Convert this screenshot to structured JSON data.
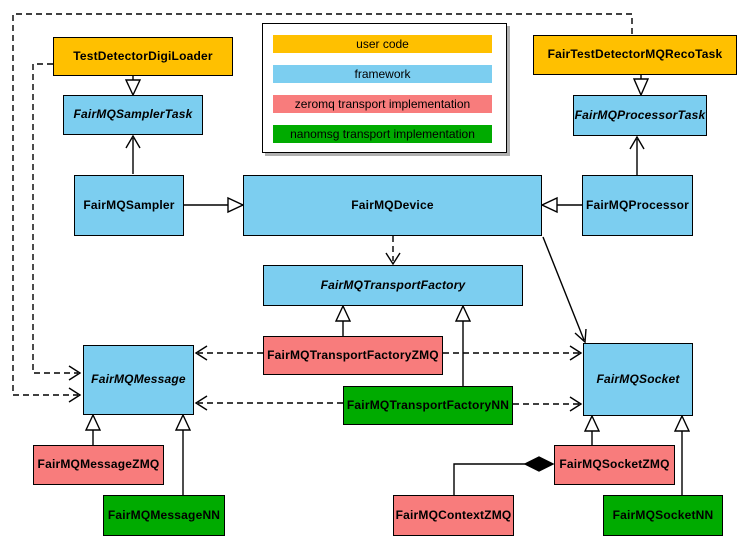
{
  "diagram": {
    "kind": "uml-class-diagram",
    "colors": {
      "user_code": "#FFC000",
      "framework": "#7CCEF0",
      "zeromq": "#F87C7C",
      "nanomsg": "#00AB00"
    },
    "legend": {
      "items": [
        {
          "id": "user_code",
          "label": "user code",
          "color": "#FFC000"
        },
        {
          "id": "framework",
          "label": "framework",
          "color": "#7CCEF0"
        },
        {
          "id": "zeromq",
          "label": "zeromq transport implementation",
          "color": "#F87C7C"
        },
        {
          "id": "nanomsg",
          "label": "nanomsg transport implementation",
          "color": "#00AB00"
        }
      ]
    },
    "nodes": {
      "testDetectorDigiLoader": {
        "label": "TestDetectorDigiLoader",
        "category": "user_code",
        "abstract": false
      },
      "fairTestDetectorMQRecoTask": {
        "label": "FairTestDetectorMQRecoTask",
        "category": "user_code",
        "abstract": false
      },
      "fairMQSamplerTask": {
        "label": "FairMQSamplerTask",
        "category": "framework",
        "abstract": true
      },
      "fairMQProcessorTask": {
        "label": "FairMQProcessorTask",
        "category": "framework",
        "abstract": true
      },
      "fairMQSampler": {
        "label": "FairMQSampler",
        "category": "framework",
        "abstract": false
      },
      "fairMQDevice": {
        "label": "FairMQDevice",
        "category": "framework",
        "abstract": false
      },
      "fairMQProcessor": {
        "label": "FairMQProcessor",
        "category": "framework",
        "abstract": false
      },
      "fairMQTransportFactory": {
        "label": "FairMQTransportFactory",
        "category": "framework",
        "abstract": true
      },
      "fairMQTransportFactoryZMQ": {
        "label": "FairMQTransportFactoryZMQ",
        "category": "zeromq",
        "abstract": false
      },
      "fairMQTransportFactoryNN": {
        "label": "FairMQTransportFactoryNN",
        "category": "nanomsg",
        "abstract": false
      },
      "fairMQMessage": {
        "label": "FairMQMessage",
        "category": "framework",
        "abstract": true
      },
      "fairMQSocket": {
        "label": "FairMQSocket",
        "category": "framework",
        "abstract": true
      },
      "fairMQMessageZMQ": {
        "label": "FairMQMessageZMQ",
        "category": "zeromq",
        "abstract": false
      },
      "fairMQMessageNN": {
        "label": "FairMQMessageNN",
        "category": "nanomsg",
        "abstract": false
      },
      "fairMQSocketZMQ": {
        "label": "FairMQSocketZMQ",
        "category": "zeromq",
        "abstract": false
      },
      "fairMQContextZMQ": {
        "label": "FairMQContextZMQ",
        "category": "zeromq",
        "abstract": false
      },
      "fairMQSocketNN": {
        "label": "FairMQSocketNN",
        "category": "nanomsg",
        "abstract": false
      }
    },
    "edges": [
      {
        "from": "TestDetectorDigiLoader",
        "to": "FairMQSamplerTask",
        "type": "inheritance"
      },
      {
        "from": "FairTestDetectorMQRecoTask",
        "to": "FairMQProcessorTask",
        "type": "inheritance"
      },
      {
        "from": "FairMQSampler",
        "to": "FairMQDevice",
        "type": "inheritance"
      },
      {
        "from": "FairMQProcessor",
        "to": "FairMQDevice",
        "type": "inheritance"
      },
      {
        "from": "FairMQTransportFactoryZMQ",
        "to": "FairMQTransportFactory",
        "type": "inheritance"
      },
      {
        "from": "FairMQTransportFactoryNN",
        "to": "FairMQTransportFactory",
        "type": "inheritance"
      },
      {
        "from": "FairMQMessageZMQ",
        "to": "FairMQMessage",
        "type": "inheritance"
      },
      {
        "from": "FairMQMessageNN",
        "to": "FairMQMessage",
        "type": "inheritance"
      },
      {
        "from": "FairMQSocketZMQ",
        "to": "FairMQSocket",
        "type": "inheritance"
      },
      {
        "from": "FairMQSocketNN",
        "to": "FairMQSocket",
        "type": "inheritance"
      },
      {
        "from": "FairMQSampler",
        "to": "FairMQSamplerTask",
        "type": "association"
      },
      {
        "from": "FairMQProcessor",
        "to": "FairMQProcessorTask",
        "type": "association"
      },
      {
        "from": "FairMQDevice",
        "to": "FairMQSocket",
        "type": "association"
      },
      {
        "from": "FairMQDevice",
        "to": "FairMQTransportFactory",
        "type": "dependency"
      },
      {
        "from": "FairMQTransportFactoryZMQ",
        "to": "FairMQMessage",
        "type": "dependency"
      },
      {
        "from": "FairMQTransportFactoryZMQ",
        "to": "FairMQSocket",
        "type": "dependency"
      },
      {
        "from": "FairMQTransportFactoryNN",
        "to": "FairMQMessage",
        "type": "dependency"
      },
      {
        "from": "FairMQTransportFactoryNN",
        "to": "FairMQSocket",
        "type": "dependency"
      },
      {
        "from": "FairTestDetectorMQRecoTask",
        "to": "FairMQMessage",
        "type": "dependency"
      },
      {
        "from": "TestDetectorDigiLoader",
        "to": "FairMQMessage",
        "type": "dependency"
      },
      {
        "from": "FairMQContextZMQ",
        "to": "FairMQSocketZMQ",
        "type": "aggregation"
      }
    ]
  }
}
